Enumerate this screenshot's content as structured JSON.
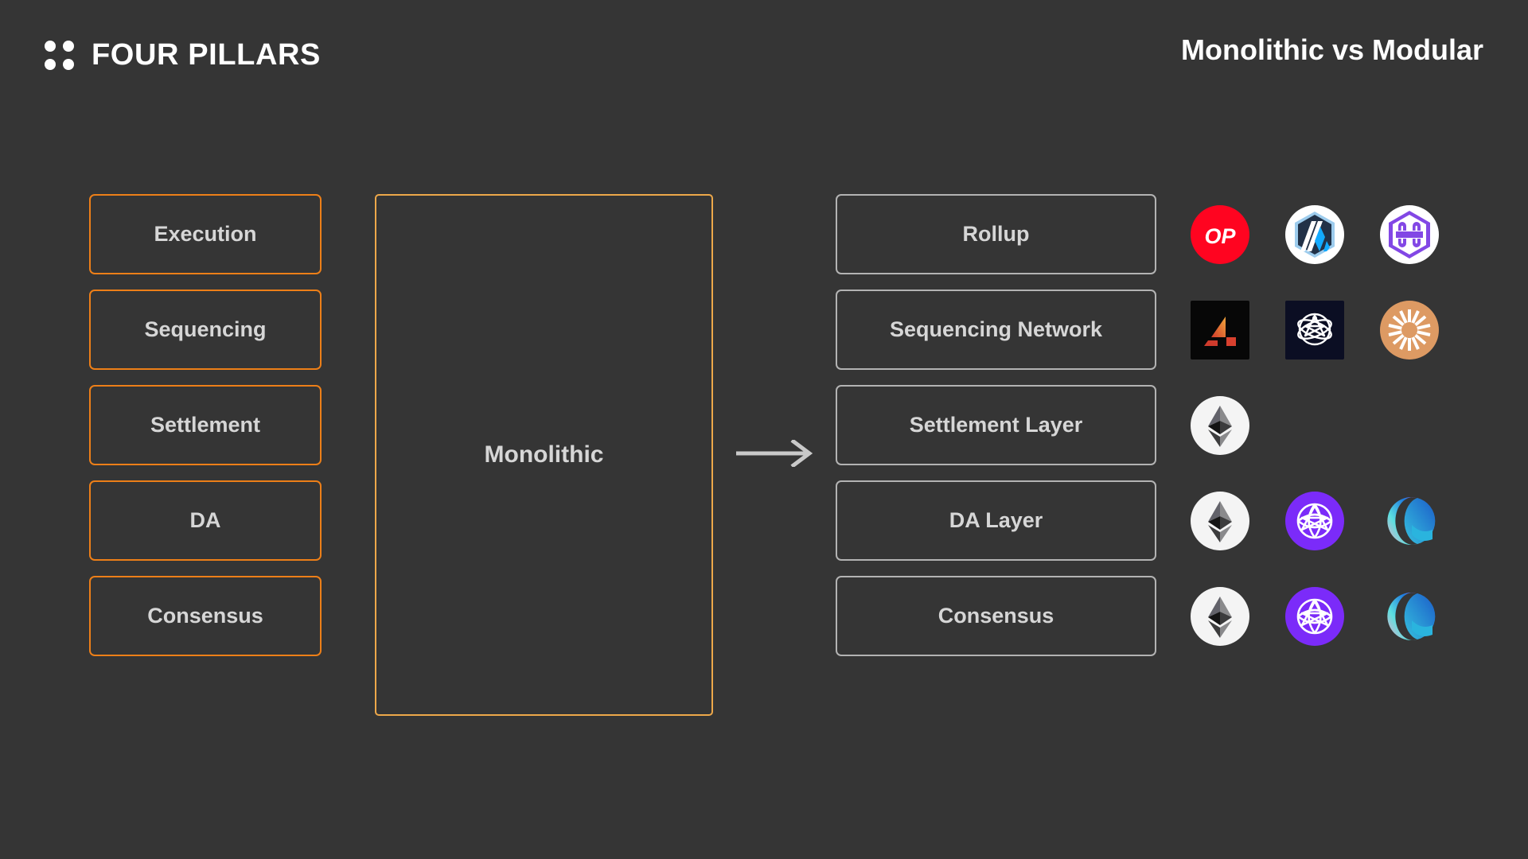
{
  "header": {
    "brand": "FOUR PILLARS",
    "brand_logo_icon": "four-dots-icon",
    "title": "Monolithic vs Modular"
  },
  "colors": {
    "background": "#353535",
    "pillar_border": "#ed7f18",
    "monolithic_border": "#eda84a",
    "layer_border": "#b3b3b3",
    "text": "#d6d6d6",
    "heading_text": "#ffffff",
    "arrow": "#c9c9c9"
  },
  "pillars": {
    "items": [
      {
        "label": "Execution"
      },
      {
        "label": "Sequencing"
      },
      {
        "label": "Settlement"
      },
      {
        "label": "DA"
      },
      {
        "label": "Consensus"
      }
    ]
  },
  "monolithic": {
    "label": "Monolithic"
  },
  "arrow": {
    "icon": "arrow-right-icon",
    "direction": "right"
  },
  "modular": {
    "rows": [
      {
        "label": "Rollup",
        "logos": [
          {
            "name": "optimism-logo",
            "text": "OP",
            "color": "#ff0420"
          },
          {
            "name": "arbitrum-logo",
            "color": "#213147"
          },
          {
            "name": "polygon-zkevm-logo",
            "color": "#8247e5"
          }
        ]
      },
      {
        "label": "Sequencing Network",
        "logos": [
          {
            "name": "astria-logo",
            "color": "#e8743b"
          },
          {
            "name": "radius-logo",
            "color": "#0b0e23"
          },
          {
            "name": "espresso-logo",
            "color": "#dd9a63"
          }
        ]
      },
      {
        "label": "Settlement Layer",
        "logos": [
          {
            "name": "ethereum-logo",
            "color": "#3c3c3d"
          }
        ]
      },
      {
        "label": "DA Layer",
        "logos": [
          {
            "name": "ethereum-logo",
            "color": "#3c3c3d"
          },
          {
            "name": "celestia-logo",
            "color": "#7b2bf9"
          },
          {
            "name": "eigenlayer-logo",
            "color": "#1a0c6d"
          }
        ]
      },
      {
        "label": "Consensus",
        "logos": [
          {
            "name": "ethereum-logo",
            "color": "#3c3c3d"
          },
          {
            "name": "celestia-logo",
            "color": "#7b2bf9"
          },
          {
            "name": "eigenlayer-logo",
            "color": "#1a0c6d"
          }
        ]
      }
    ]
  }
}
